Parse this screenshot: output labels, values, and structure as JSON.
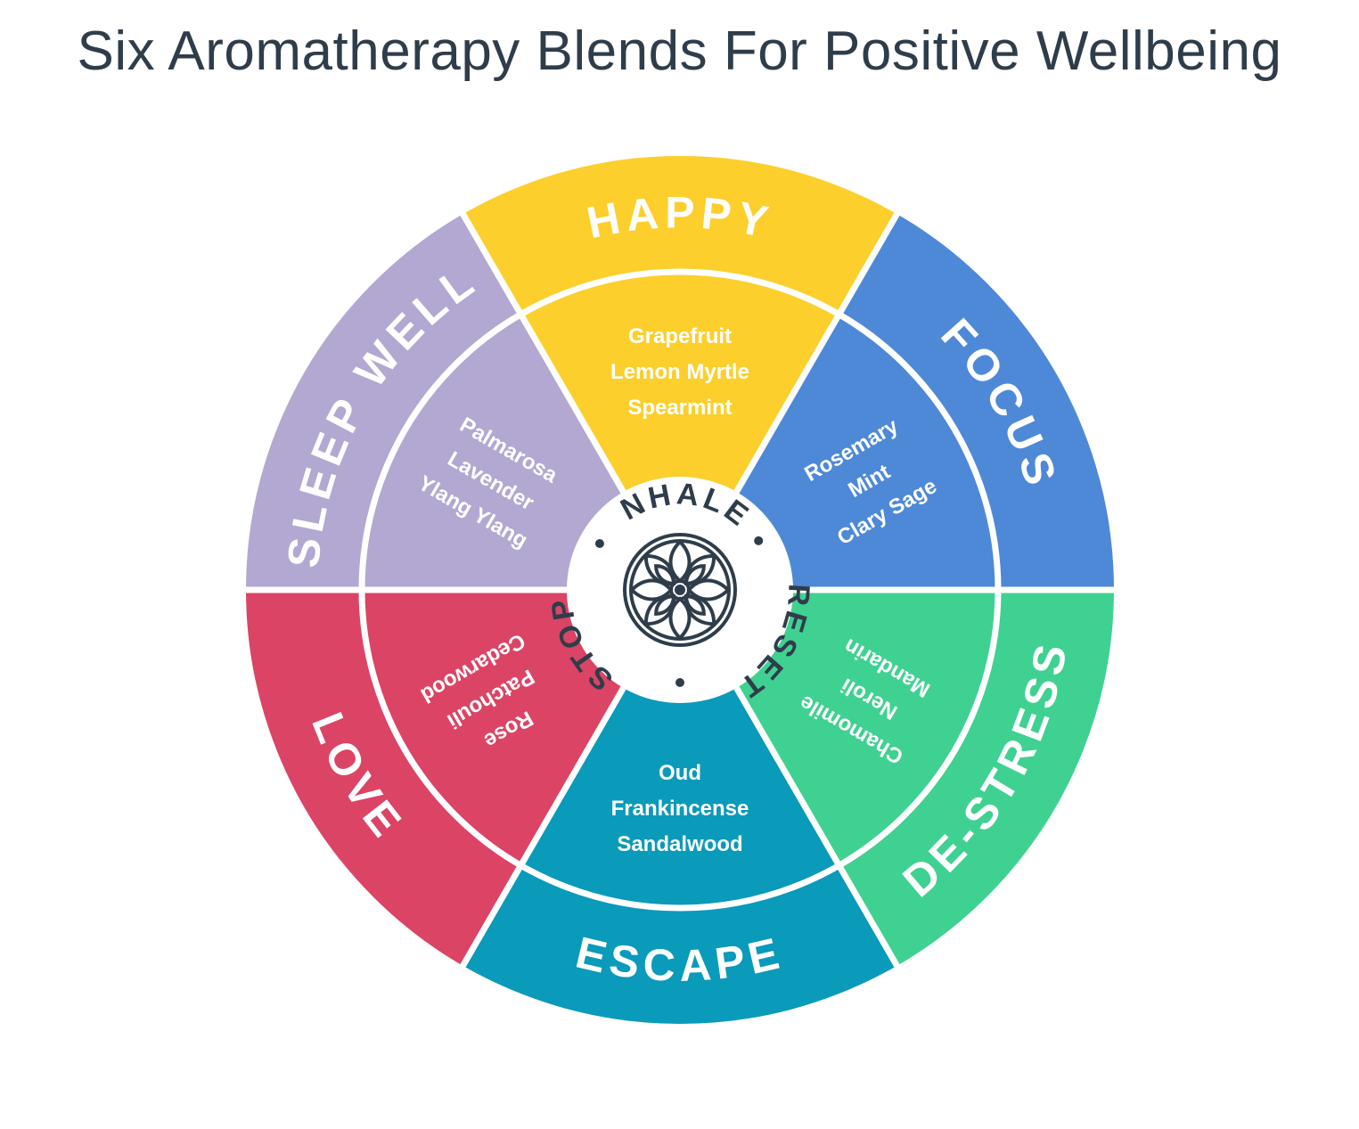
{
  "title": "Six Aromatherapy Blends For Positive Wellbeing",
  "colors": {
    "text_dark": "#2f3d4b",
    "happy": "#fccf2c",
    "focus": "#4e89d8",
    "de_stress": "#3fd191",
    "escape": "#0a9aba",
    "love": "#db4465",
    "sleep_well": "#b2a8d1",
    "divider": "#ffffff"
  },
  "center": {
    "top_word": "INHALE",
    "right_word": "RESET",
    "left_word": "STOP",
    "separator": "•",
    "icon": "lotus-flower-icon"
  },
  "blends": [
    {
      "key": "happy",
      "name": "HAPPY",
      "oils": [
        "Grapefruit",
        "Lemon Myrtle",
        "Spearmint"
      ]
    },
    {
      "key": "focus",
      "name": "FOCUS",
      "oils": [
        "Rosemary",
        "Mint",
        "Clary Sage"
      ]
    },
    {
      "key": "de_stress",
      "name": "DE-STRESS",
      "oils": [
        "Chamomile",
        "Neroli",
        "Mandarin"
      ]
    },
    {
      "key": "escape",
      "name": "ESCAPE",
      "oils": [
        "Oud",
        "Frankincense",
        "Sandalwood"
      ]
    },
    {
      "key": "love",
      "name": "LOVE",
      "oils": [
        "Rose",
        "Patchouli",
        "Cedarwood"
      ]
    },
    {
      "key": "sleep_well",
      "name": "SLEEP WELL",
      "oils": [
        "Palmarosa",
        "Lavender",
        "Ylang Ylang"
      ]
    }
  ]
}
